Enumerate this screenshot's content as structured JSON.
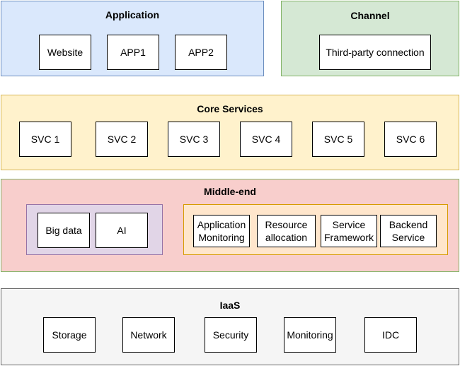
{
  "application": {
    "title": "Application",
    "items": [
      "Website",
      "APP1",
      "APP2"
    ]
  },
  "channel": {
    "title": "Channel",
    "items": [
      "Third-party connection"
    ]
  },
  "core_services": {
    "title": "Core Services",
    "items": [
      "SVC 1",
      "SVC 2",
      "SVC 3",
      "SVC 4",
      "SVC 5",
      "SVC 6"
    ]
  },
  "middle_end": {
    "title": "Middle-end",
    "data_group": [
      "Big data",
      "AI"
    ],
    "platform_group": [
      [
        "Application",
        "Monitoring"
      ],
      [
        "Resource",
        "allocation"
      ],
      [
        "Service",
        "Framework"
      ],
      [
        "Backend",
        "Service"
      ]
    ]
  },
  "iaas": {
    "title": "IaaS",
    "items": [
      "Storage",
      "Network",
      "Security",
      "Monitoring",
      "IDC"
    ]
  },
  "colors": {
    "application_fill": "#dae8fc",
    "application_border": "#6c8ebf",
    "channel_fill": "#d5e8d4",
    "channel_border": "#82b366",
    "core_fill": "#fff2cc",
    "core_border": "#d6b656",
    "middle_fill": "#f8cecc",
    "middle_border": "#82b366",
    "data_group_fill": "#e1d5e7",
    "data_group_border": "#9673a6",
    "platform_group_fill": "#ffe6cc",
    "platform_group_border": "#d79b00",
    "iaas_fill": "#f5f5f5",
    "iaas_border": "#666666"
  }
}
